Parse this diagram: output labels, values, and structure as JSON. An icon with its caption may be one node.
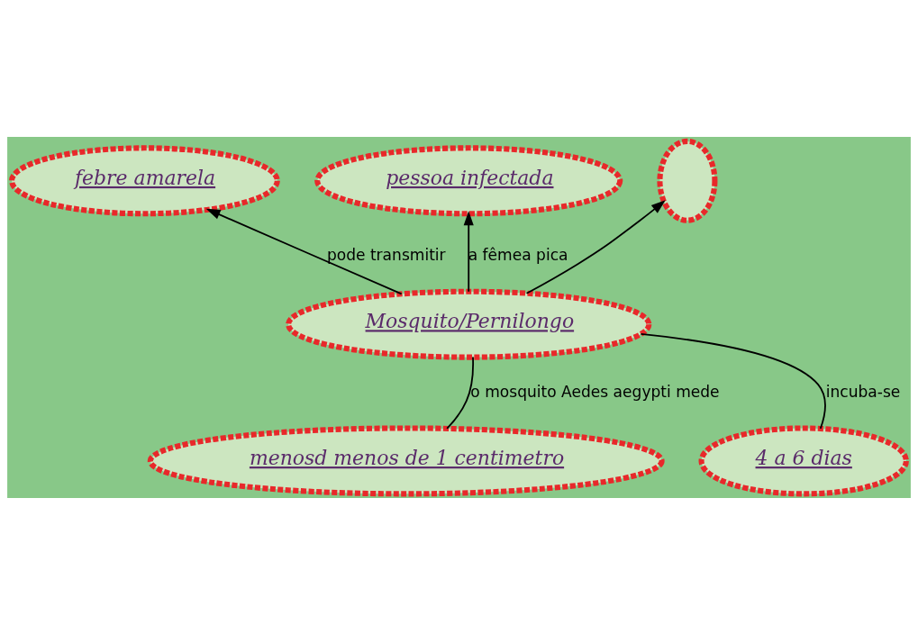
{
  "diagram": {
    "nodes": [
      {
        "text": [
          "febre amarela"
        ]
      },
      {
        "text": [
          "pessoa infectada"
        ]
      },
      {
        "text": [
          "Mosquito/Pernilongo"
        ]
      },
      {
        "text": [],
        "shape": "ellipse"
      },
      {
        "text": [
          "menosd menos de 1 centimetro"
        ]
      },
      {
        "text": [
          "4 a 6 dias"
        ]
      }
    ],
    "edges": [
      {
        "from": 2,
        "to": 0,
        "arrow": "to",
        "label": "pode transmitir"
      },
      {
        "from": 2,
        "to": 1,
        "arrow": "to",
        "label": "a fêmea pica"
      },
      {
        "from": 2,
        "to": 3,
        "arrow": "to"
      },
      {
        "from": 2,
        "to": 4,
        "arrow": "none",
        "label": "o mosquito Aedes aegypti mede"
      },
      {
        "from": 2,
        "to": 5,
        "arrow": "none",
        "label": "incuba-se"
      }
    ]
  }
}
